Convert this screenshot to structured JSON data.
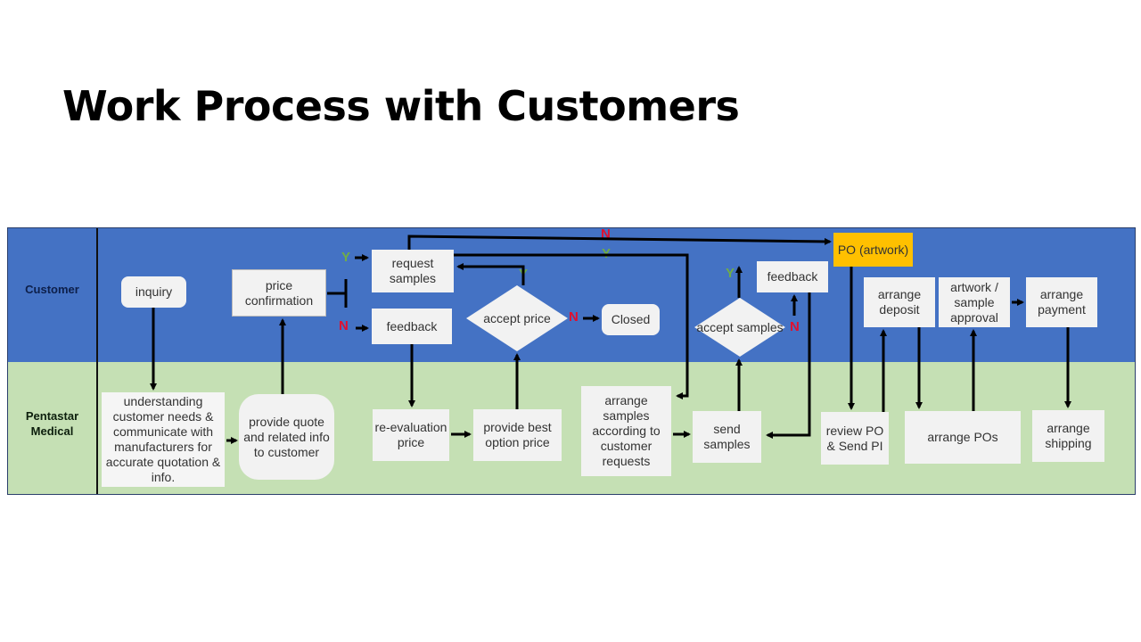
{
  "title": "Work Process with Customers",
  "lanes": {
    "customer": "Customer",
    "pentastar": "Pentastar Medical"
  },
  "colors": {
    "customer_lane": "#4472c4",
    "pentastar_lane": "#c5e0b4",
    "box": "#f2f2f2",
    "po_box": "#ffc000",
    "yes": "#70ad47",
    "no": "#e0102f"
  },
  "nodes": {
    "inquiry": "inquiry",
    "price_confirmation": "price confirmation",
    "request_samples": "request samples",
    "feedback_1": "feedback",
    "accept_price": "accept price",
    "closed": "Closed",
    "accept_samples": "accept samples",
    "feedback_2": "feedback",
    "po_artwork": "PO (artwork)",
    "arrange_deposit": "arrange deposit",
    "artwork_sample_approval": "artwork / sample approval",
    "arrange_payment": "arrange payment",
    "understanding_needs": "understanding customer needs & communicate with manufacturers for accurate quotation & info.",
    "provide_quote": "provide quote and related info to customer",
    "re_evaluation_price": "re-evaluation price",
    "provide_best_option": "provide best option price",
    "arrange_samples": "arrange samples according to customer requests",
    "send_samples": "send samples",
    "review_po": "review PO & Send PI",
    "arrange_pos": "arrange POs",
    "arrange_shipping": "arrange shipping"
  },
  "labels": {
    "y": "Y",
    "n": "N"
  }
}
